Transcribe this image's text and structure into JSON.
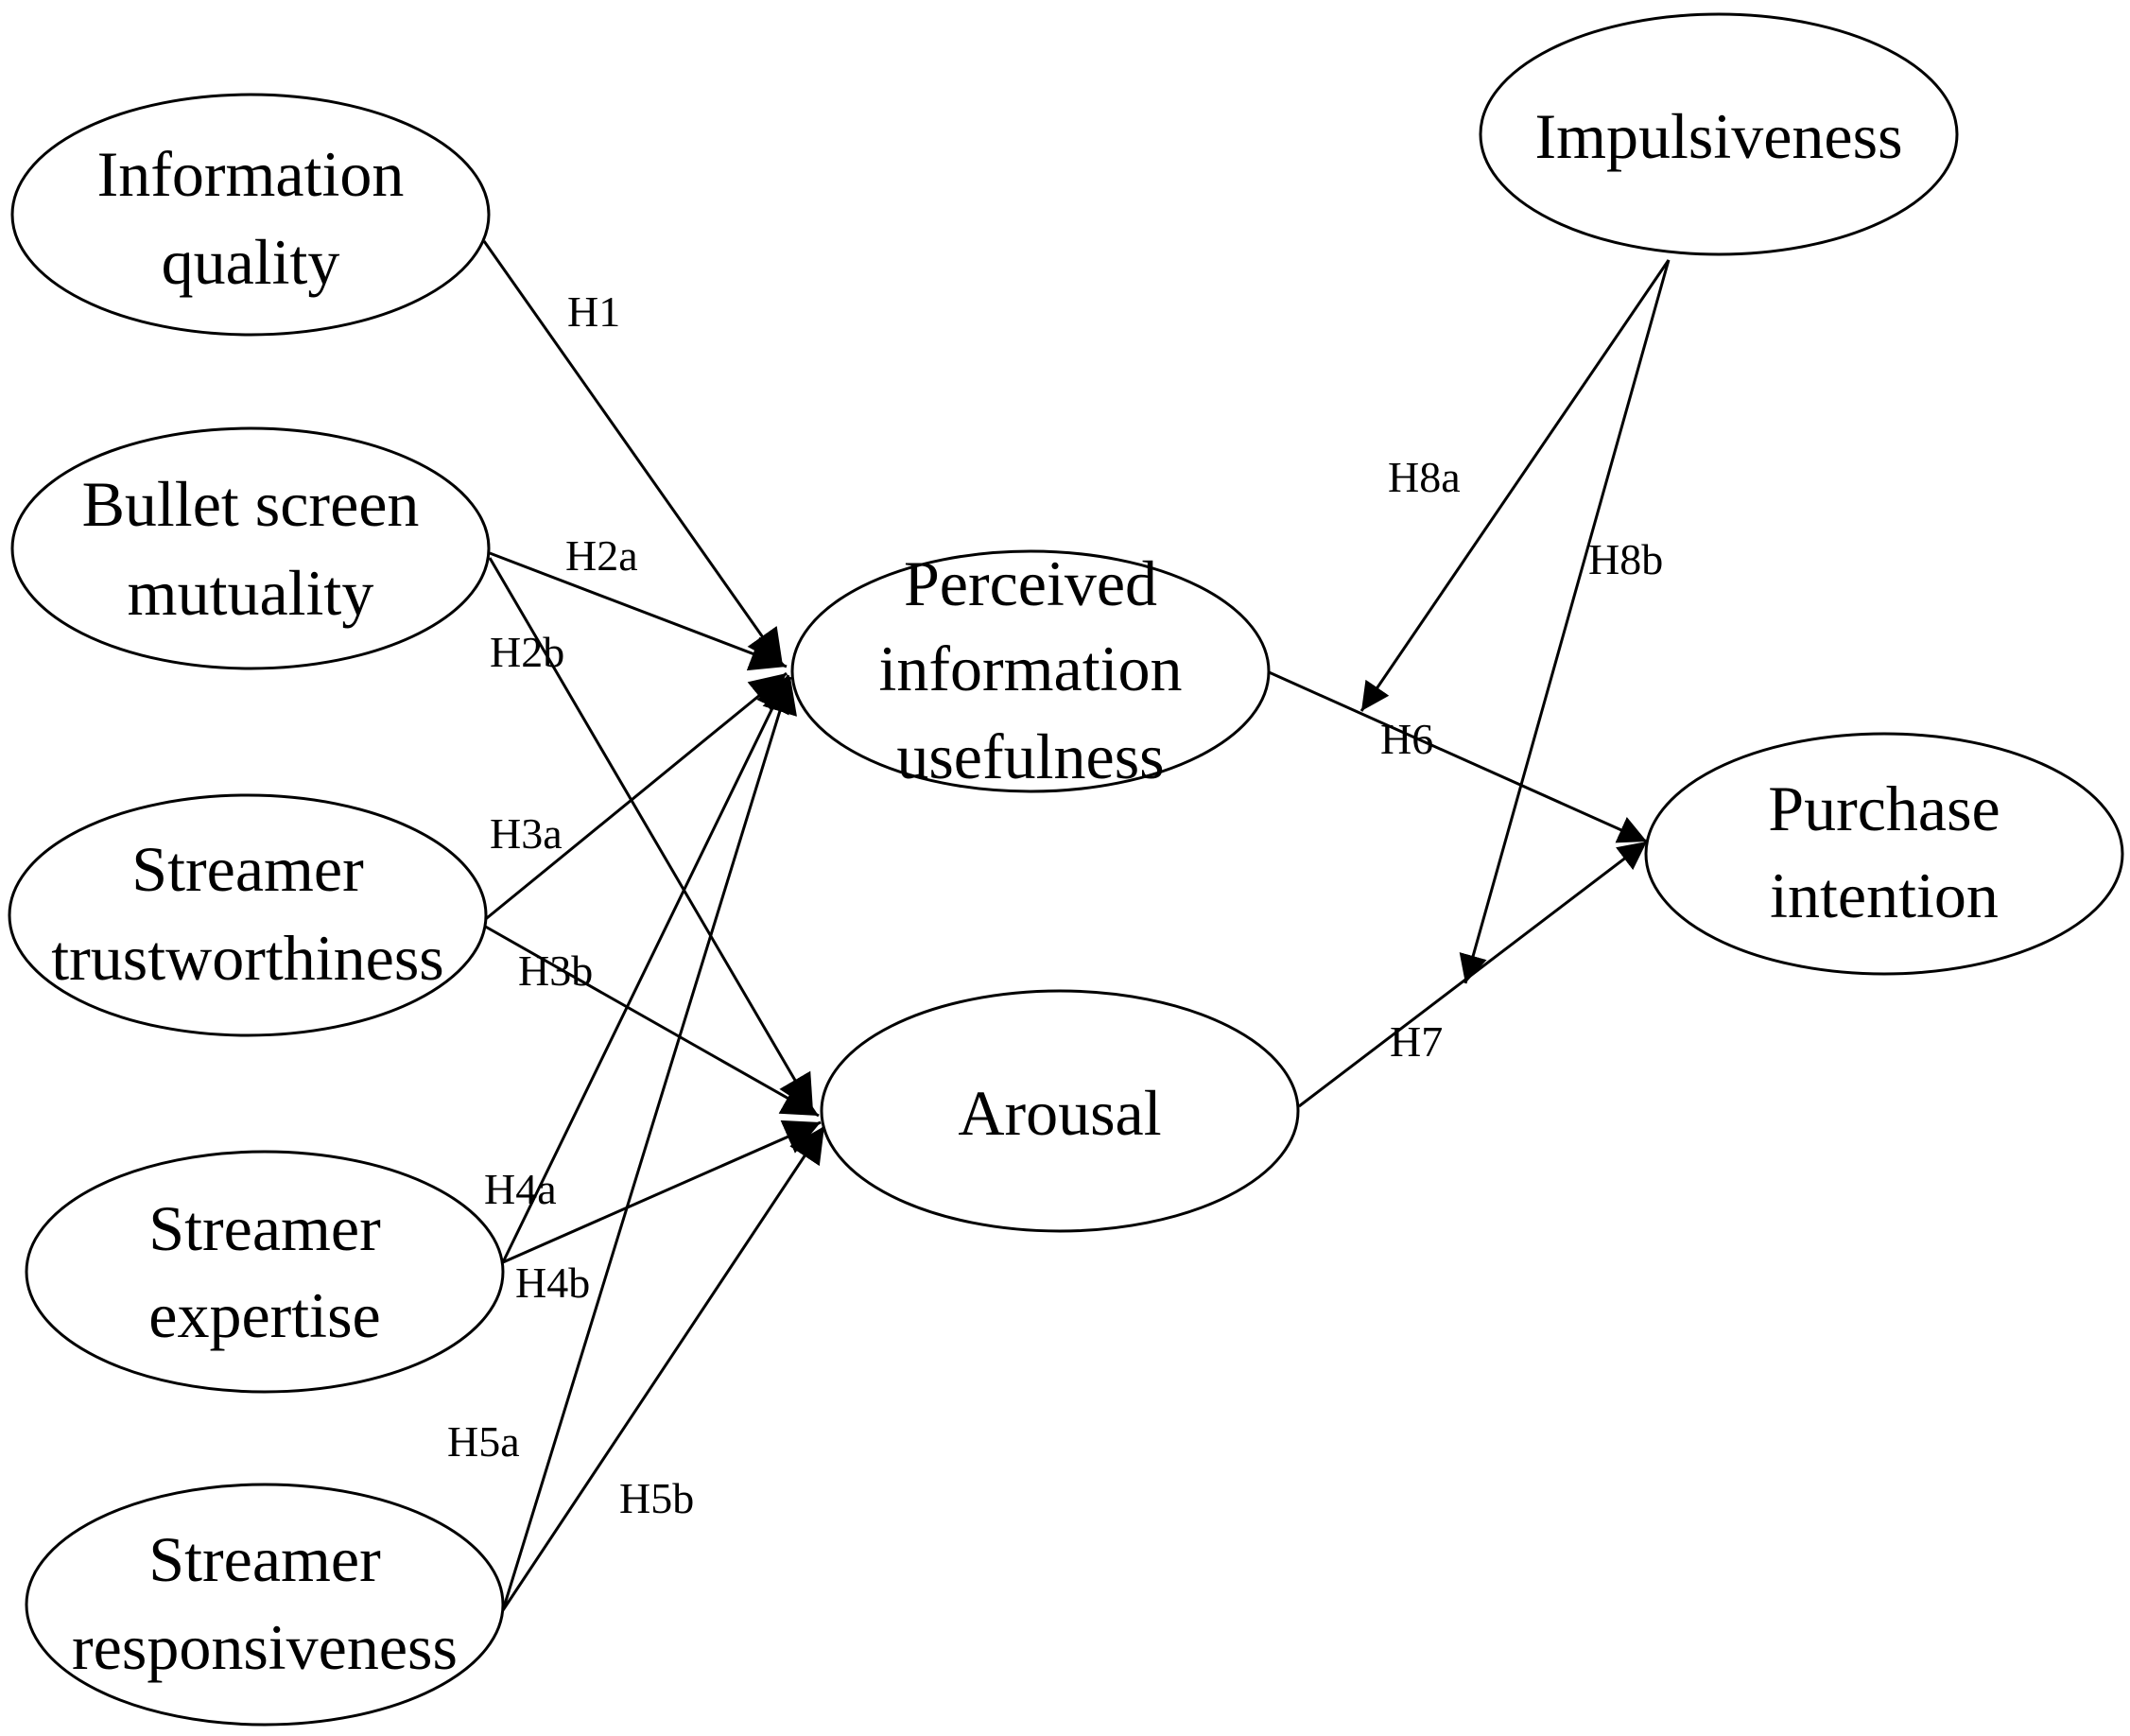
{
  "nodes": {
    "information_quality": [
      "Information",
      "quality"
    ],
    "bullet_screen_mutuality": [
      "Bullet screen",
      "mutuality"
    ],
    "streamer_trustworthiness": [
      "Streamer",
      "trustworthiness"
    ],
    "streamer_expertise": [
      "Streamer",
      "expertise"
    ],
    "streamer_responsiveness": [
      "Streamer",
      "responsiveness"
    ],
    "perceived_information_usefulness": [
      "Perceived",
      "information",
      "usefulness"
    ],
    "arousal": [
      "Arousal"
    ],
    "impulsiveness": [
      "Impulsiveness"
    ],
    "purchase_intention": [
      "Purchase",
      "intention"
    ]
  },
  "edges": [
    {
      "label": "H1",
      "from": "Information quality",
      "to": "Perceived information usefulness"
    },
    {
      "label": "H2a",
      "from": "Bullet screen mutuality",
      "to": "Perceived information usefulness"
    },
    {
      "label": "H2b",
      "from": "Bullet screen mutuality",
      "to": "Arousal"
    },
    {
      "label": "H3a",
      "from": "Streamer trustworthiness",
      "to": "Perceived information usefulness"
    },
    {
      "label": "H3b",
      "from": "Streamer trustworthiness",
      "to": "Arousal"
    },
    {
      "label": "H4a",
      "from": "Streamer expertise",
      "to": "Perceived information usefulness"
    },
    {
      "label": "H4b",
      "from": "Streamer expertise",
      "to": "Arousal"
    },
    {
      "label": "H5a",
      "from": "Streamer responsiveness",
      "to": "Perceived information usefulness"
    },
    {
      "label": "H5b",
      "from": "Streamer responsiveness",
      "to": "Arousal"
    },
    {
      "label": "H6",
      "from": "Perceived information usefulness",
      "to": "Purchase intention"
    },
    {
      "label": "H7",
      "from": "Arousal",
      "to": "Purchase intention"
    },
    {
      "label": "H8a",
      "from": "Impulsiveness",
      "to": "H6 path"
    },
    {
      "label": "H8b",
      "from": "Impulsiveness",
      "to": "H7 path"
    }
  ]
}
